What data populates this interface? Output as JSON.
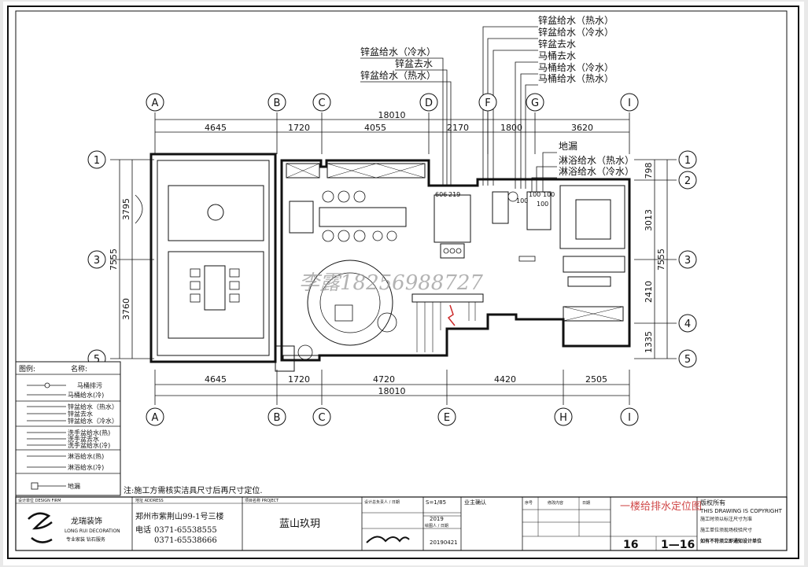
{
  "plumbing_labels": {
    "top_right": [
      "锌盆给水（热水）",
      "锌盆给水（冷水）",
      "锌盆去水",
      "马桶去水",
      "马桶给水（冷水）",
      "马桶给水（热水）"
    ],
    "top_left": [
      "锌盆给水（冷水）",
      "锌盆去水",
      "锌盆给水（热水）"
    ],
    "right_mid": [
      "地漏",
      "淋浴给水（热水）",
      "淋浴给水（冷水）"
    ],
    "fixture_small": [
      "606",
      "219",
      "100",
      "100",
      "100",
      "100"
    ]
  },
  "axes": {
    "top": [
      "A",
      "B",
      "C",
      "D",
      "F",
      "G",
      "I"
    ],
    "bottom": [
      "A",
      "B",
      "C",
      "E",
      "H",
      "I"
    ],
    "left": [
      "1",
      "3",
      "5"
    ],
    "right": [
      "1",
      "2",
      "3",
      "4",
      "5"
    ]
  },
  "dimensions": {
    "top_total": "18010",
    "top_segments": [
      "4645",
      "1720",
      "4055",
      "2170",
      "1800",
      "3620"
    ],
    "bottom_total": "18010",
    "bottom_segments": [
      "4645",
      "1720",
      "4720",
      "4420",
      "2505"
    ],
    "left_total": "7555",
    "left_segments": [
      "3795",
      "3760"
    ],
    "right_total": "7555",
    "right_segments": [
      "798",
      "3013",
      "2410",
      "1335"
    ]
  },
  "legend": {
    "header_symbol": "图例:",
    "header_name": "名称:",
    "items": [
      "马桶排污",
      "马桶给水(冷)",
      "锌盆给水（热水）",
      "锌盆去水",
      "锌盆给水（冷水）",
      "洗手盆给水(热)",
      "洗手盆去水",
      "洗手盆给水(冷)",
      "淋浴给水(热)",
      "淋浴给水(冷)",
      "地漏"
    ]
  },
  "note": "注:施工方需核实洁具尺寸后再尺寸定位.",
  "watermark": "李露18256988727",
  "title_block": {
    "designer_label": "设计单位 DESIGN FIRM",
    "company_name": "龙瑞装饰",
    "company_en": "LONG RUI DECORATION",
    "company_slogan": "专业家装 钻石服务",
    "address": "郑州市紫荆山99-1号三楼",
    "phone_label": "电话",
    "phone1": "0371-65538555",
    "phone2": "0371-65538666",
    "project_label": "项目名称 PROJECT",
    "project_name": "蓝山玖玥",
    "design_lead_label": "设计总负责人 / 日期",
    "year": "2019",
    "drawer_label": "绘图人 / 日期",
    "date": "20190421",
    "scale": "S=1/85",
    "owner_confirm": "业主确认",
    "drawing_title": "一楼给排水定位图",
    "copyright_cn": "版权所有",
    "copyright_en": "THIS DRAWING IS COPYRIGHT",
    "note1": "施工时须以标注尺寸为准",
    "note2": "施工单位须现场校验尺寸",
    "note3": "如有不符须立即通知设计单位",
    "sheet_no": "16",
    "sheet_range": "1—16",
    "serial_label": "序号",
    "revision_label": "修改内容",
    "date_label": "日期"
  },
  "colors": {
    "drawing_title": "#d04848",
    "watermark": "#9a9a9a",
    "line": "#111111"
  }
}
